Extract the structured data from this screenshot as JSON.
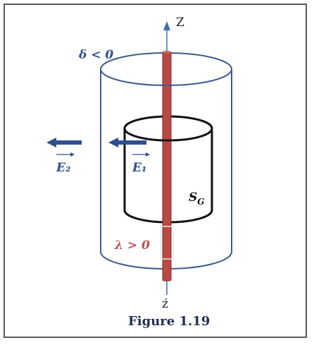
{
  "labels": {
    "z_top": "Z",
    "z_bottom": "ź",
    "delta": "δ < 0",
    "lambda": "λ > 0",
    "e1": "E₁",
    "e2": "E₂",
    "sg": "S",
    "sg_sub": "G",
    "caption": "Figure 1.19"
  },
  "colors": {
    "outer_cylinder": "#3e5a8e",
    "inner_cylinder": "#111111",
    "rod": "#b84a46",
    "rod_edge": "#7a2c2a",
    "arrow": "#2f4f8f",
    "frame": "#222222"
  }
}
